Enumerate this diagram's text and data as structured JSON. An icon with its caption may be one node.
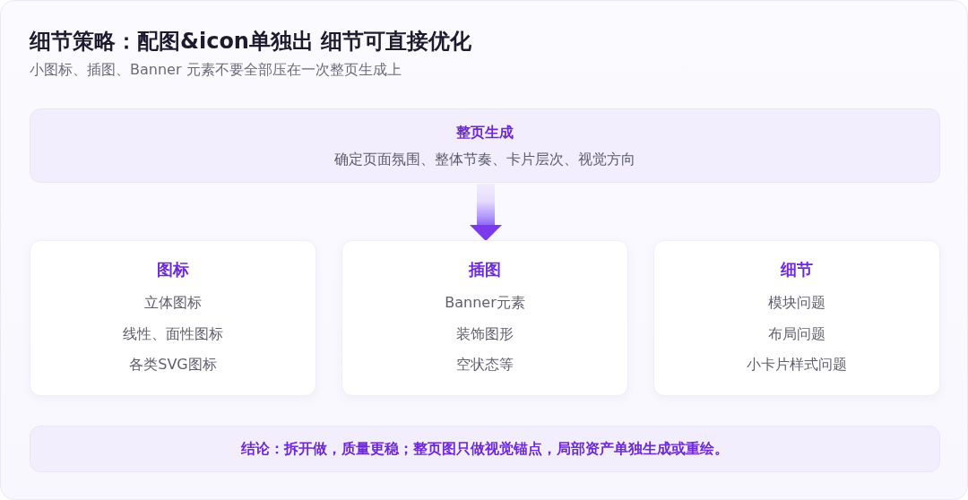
{
  "diagram": {
    "title": "细节策略：配图&icon单独出 细节可直接优化",
    "nodes": [
      {
        "text": [
          "整页生成",
          "确定页面氛围、整体节奏、卡片层次、视觉方向"
        ]
      },
      {
        "text": [
          "图标",
          "立体图标",
          "线性、面性图标",
          "各类SVG图标"
        ]
      },
      {
        "text": [
          "插图",
          "Banner元素",
          "装饰图形",
          "空状态等"
        ]
      },
      {
        "text": [
          "细节",
          "模块问题",
          "布局问题",
          "小卡片样式问题"
        ]
      },
      {
        "text": [
          "结论：拆开做，质量更稳；整页图只做视觉锚点，局部资产单独生成或重绘。"
        ]
      }
    ],
    "edges": [
      {
        "from": 0,
        "to": 2,
        "arrow": "to"
      }
    ],
    "labels": [
      "小图标、插图、Banner 元素不要全部压在一次整页生成上"
    ]
  }
}
